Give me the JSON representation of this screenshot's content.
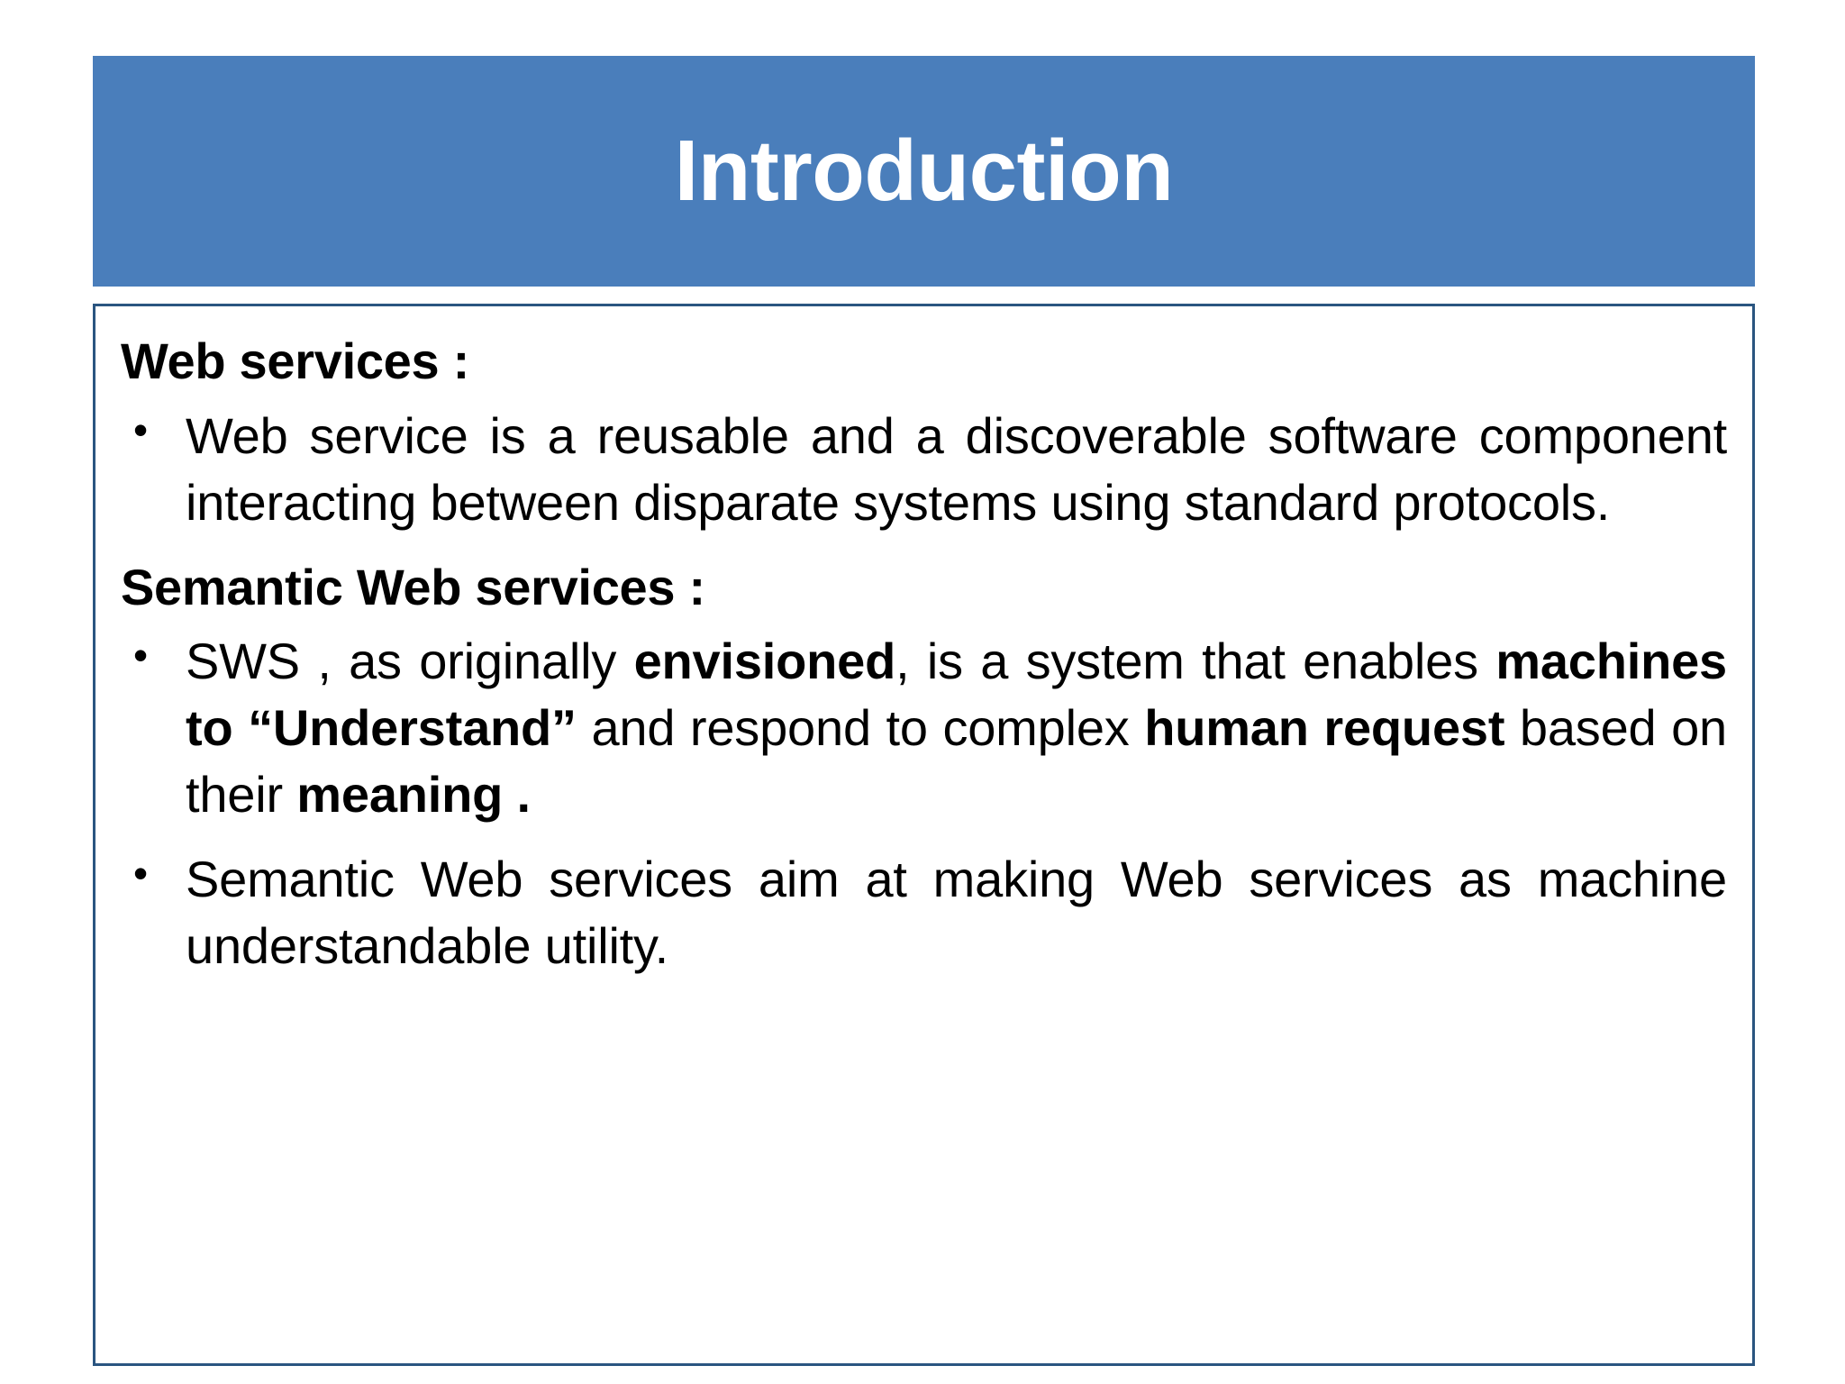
{
  "slide": {
    "title": "Introduction",
    "colors": {
      "banner_background": "#4A7EBB",
      "banner_text": "#FFFFFF",
      "content_border": "#2A5580",
      "body_text": "#000000",
      "slide_background": "#FFFFFF"
    },
    "sections": [
      {
        "heading": "Web services :",
        "bullets": [
          {
            "marker": "•",
            "parts": [
              {
                "text": "Web service is a reusable and a discoverable software component interacting between disparate systems using standard protocols.",
                "bold": false
              }
            ],
            "plain_text": "Web service is a reusable and a discoverable software component interacting between disparate systems using standard protocols."
          }
        ]
      },
      {
        "heading": "Semantic Web services :",
        "bullets": [
          {
            "marker": "•",
            "parts": [
              {
                "text": "SWS , as originally ",
                "bold": false
              },
              {
                "text": "envisioned",
                "bold": true
              },
              {
                "text": ", is a system that enables ",
                "bold": false
              },
              {
                "text": "machines to “Understand”",
                "bold": true
              },
              {
                "text": "  and respond to complex ",
                "bold": false
              },
              {
                "text": "human request",
                "bold": true
              },
              {
                "text": "  based on their ",
                "bold": false
              },
              {
                "text": "meaning .",
                "bold": true
              }
            ],
            "plain_text": "SWS , as originally envisioned, is a system that enables machines to “Understand”  and respond to complex human request  based on their meaning ."
          },
          {
            "marker": "•",
            "parts": [
              {
                "text": "Semantic Web services aim at making Web services as machine understandable utility.",
                "bold": false
              }
            ],
            "plain_text": "Semantic Web services aim at making Web services as machine understandable utility."
          }
        ]
      }
    ]
  }
}
